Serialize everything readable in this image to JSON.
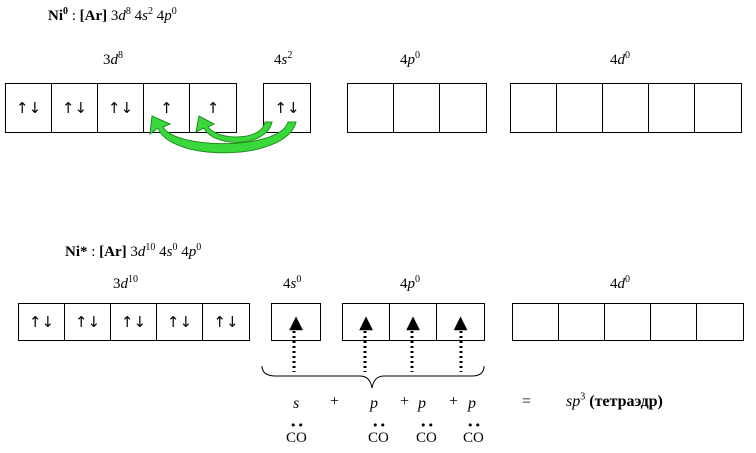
{
  "config1": {
    "label_sym": "Ni",
    "label_sup": "0",
    "label_sep": " : ",
    "core": "[Ar]",
    "t1": " 3",
    "t1i": "d",
    "t1s": "8",
    "t2": " 4",
    "t2i": "s",
    "t2s": "2",
    "t3": " 4",
    "t3i": "p",
    "t3s": "0"
  },
  "config2": {
    "label": "Ni*",
    "label_sep": " : ",
    "core": "[Ar]",
    "t1": " 3",
    "t1i": "d",
    "t1s": "10",
    "t2": " 4",
    "t2i": "s",
    "t2s": "0",
    "t3": " 4",
    "t3i": "p",
    "t3s": "0"
  },
  "groups1": [
    {
      "n": "3",
      "l": "d",
      "e": "8"
    },
    {
      "n": "4",
      "l": "s",
      "e": "2"
    },
    {
      "n": "4",
      "l": "p",
      "e": "0"
    },
    {
      "n": "4",
      "l": "d",
      "e": "0"
    }
  ],
  "groups2": [
    {
      "n": "3",
      "l": "d",
      "e": "10"
    },
    {
      "n": "4",
      "l": "s",
      "e": "0"
    },
    {
      "n": "4",
      "l": "p",
      "e": "0"
    },
    {
      "n": "4",
      "l": "d",
      "e": "0"
    }
  ],
  "rows1": {
    "d3": [
      "↑↓",
      "↑↓",
      "↑↓",
      "↑",
      "↑"
    ],
    "s4": [
      "↑↓"
    ],
    "p4": [
      "",
      "",
      ""
    ],
    "d4": [
      "",
      "",
      "",
      "",
      ""
    ]
  },
  "rows2": {
    "d3": [
      "↑↓",
      "↑↓",
      "↑↓",
      "↑↓",
      "↑↓"
    ],
    "s4": [
      "▲"
    ],
    "p4": [
      "▲",
      "▲",
      "▲"
    ],
    "d4": [
      "",
      "",
      "",
      "",
      ""
    ]
  },
  "equation": {
    "s": "s",
    "plus": "+",
    "p": "p",
    "eq": "=",
    "result": "sp",
    "result_sup": "3",
    "result_note": "(тетраэдр)"
  },
  "ligands": [
    "CO",
    "CO",
    "CO",
    "CO"
  ],
  "lone_pair": "••",
  "colors": {
    "arrow_fill": "#3bd83b",
    "arrow_stroke": "#1f8f1f"
  }
}
